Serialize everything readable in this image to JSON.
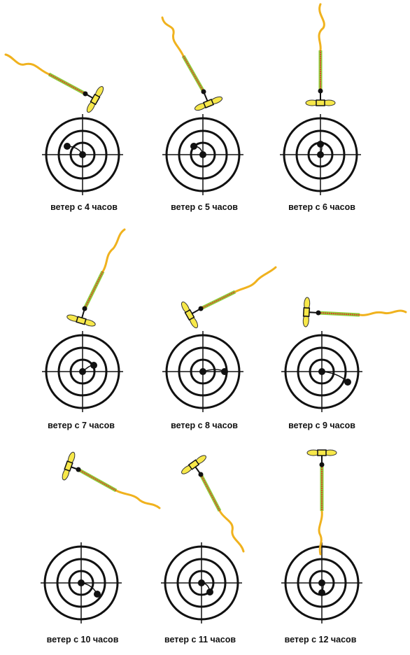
{
  "panels": [
    {
      "caption": "ветер с 4 часов",
      "clock": 4
    },
    {
      "caption": "ветер с 5 часов",
      "clock": 5
    },
    {
      "caption": "ветер с 6 часов",
      "clock": 6
    },
    {
      "caption": "ветер с 7 часов",
      "clock": 7
    },
    {
      "caption": "ветер с 8 часов",
      "clock": 8
    },
    {
      "caption": "ветер с 9 часов",
      "clock": 9
    },
    {
      "caption": "ветер с 10 часов",
      "clock": 10
    },
    {
      "caption": "ветер с 11 часов",
      "clock": 11
    },
    {
      "caption": "ветер с 12 часов",
      "clock": 12
    }
  ],
  "colors": {
    "target": "#111111",
    "rope": "#f0b21e",
    "rope_stripe_red": "#e0452a",
    "rope_stripe_green": "#8ccf3a",
    "propeller": "#f7e84a",
    "propeller_outline": "#333333"
  },
  "icons": {
    "target": "target-icon",
    "hit": "bullet-hit-icon",
    "kite": "wind-indicator-icon"
  }
}
